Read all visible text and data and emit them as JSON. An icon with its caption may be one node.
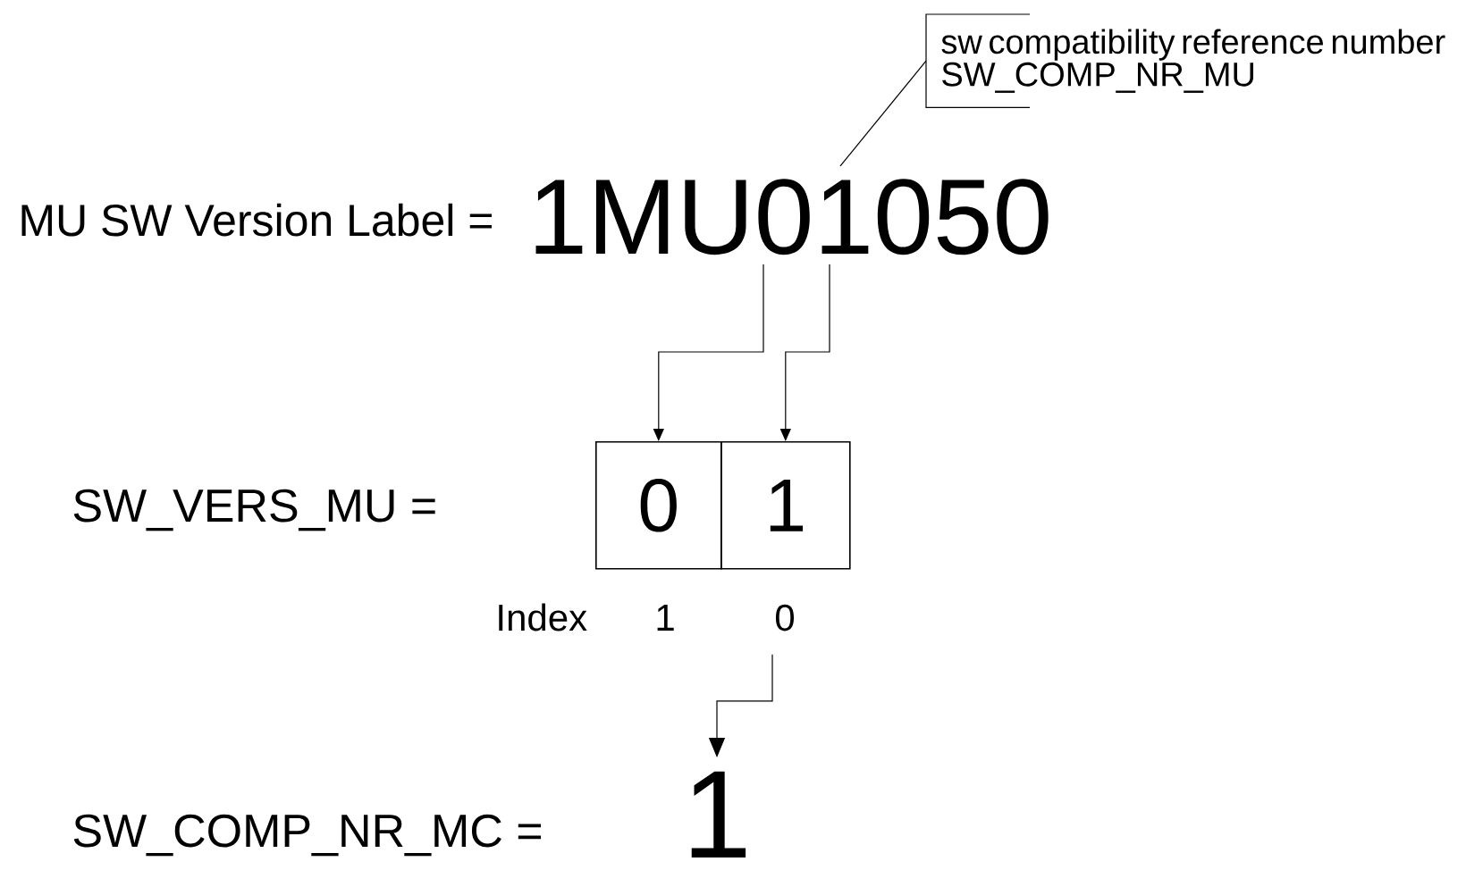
{
  "diagram": {
    "nodes": [
      {
        "text": [
          "sw compatibility reference number",
          "SW_COMP_NR_MU"
        ]
      },
      {
        "text": [
          "1MU01050"
        ]
      },
      {
        "text": [
          "0"
        ]
      },
      {
        "text": [
          "1"
        ]
      },
      {
        "text": [
          "0"
        ]
      },
      {
        "text": [
          "1"
        ]
      }
    ],
    "edges": [
      {
        "from": 0,
        "to": 1,
        "arrow": "none"
      },
      {
        "from": 1,
        "to": 2,
        "arrow": "to"
      },
      {
        "from": 1,
        "to": 3,
        "arrow": "to"
      },
      {
        "from": 4,
        "to": 5,
        "arrow": "to"
      }
    ],
    "labels": [
      "MU SW Version Label =",
      "SW_VERS_MU =",
      "Index",
      "1",
      "SW_COMP_NR_MC ="
    ]
  }
}
